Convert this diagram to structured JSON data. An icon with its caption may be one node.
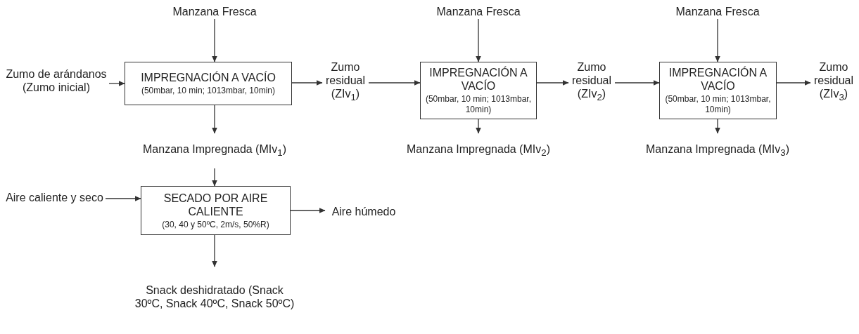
{
  "diagram": {
    "nodes": [
      {
        "text": [
          "Manzana Fresca"
        ]
      },
      {
        "text": [
          "Zumo de arándanos (Zumo inicial)"
        ]
      },
      {
        "text": [
          "IMPREGNACIÓN A VACÍO",
          "(50mbar, 10 min; 1013mbar, 10min)"
        ]
      },
      {
        "text": [
          "Zumo residual (ZIv$_{1}$)"
        ]
      },
      {
        "text": [
          "Manzana Impregnada (MIv$_{1}$)"
        ]
      },
      {
        "text": [
          "Manzana Fresca"
        ]
      },
      {
        "text": [
          "IMPREGNACIÓN A VACÍO",
          "(50mbar, 10 min; 1013mbar, 10min)"
        ]
      },
      {
        "text": [
          "Zumo residual (ZIv$_{2}$)"
        ]
      },
      {
        "text": [
          "Manzana Impregnada (MIv$_{2}$)"
        ]
      },
      {
        "text": [
          "Manzana Fresca"
        ]
      },
      {
        "text": [
          "IMPREGNACIÓN A VACÍO",
          "(50mbar, 10 min; 1013mbar, 10min)"
        ]
      },
      {
        "text": [
          "Zumo residual (ZIv$_{3}$)"
        ]
      },
      {
        "text": [
          "Manzana Impregnada (MIv$_{3}$)"
        ]
      },
      {
        "text": [
          "Aire caliente y seco"
        ]
      },
      {
        "text": [
          "SECADO POR AIRE CALIENTE",
          "(30, 40 y 50ºC, 2m/s, 50%R)"
        ]
      },
      {
        "text": [
          "Aire húmedo"
        ]
      },
      {
        "text": [
          "Snack deshidratado (Snack 30ºC, Snack 40ºC, Snack 50ºC)"
        ]
      }
    ],
    "edges": [
      {
        "from": 0,
        "to": 2,
        "arrow": "to"
      },
      {
        "from": 1,
        "to": 2,
        "arrow": "to"
      },
      {
        "from": 2,
        "to": 3,
        "arrow": "to"
      },
      {
        "from": 2,
        "to": 4,
        "arrow": "to"
      },
      {
        "from": 5,
        "to": 6,
        "arrow": "to"
      },
      {
        "from": 3,
        "to": 6,
        "arrow": "to"
      },
      {
        "from": 6,
        "to": 7,
        "arrow": "to"
      },
      {
        "from": 6,
        "to": 8,
        "arrow": "to"
      },
      {
        "from": 9,
        "to": 10,
        "arrow": "to"
      },
      {
        "from": 7,
        "to": 10,
        "arrow": "to"
      },
      {
        "from": 10,
        "to": 11,
        "arrow": "to"
      },
      {
        "from": 10,
        "to": 12,
        "arrow": "to"
      },
      {
        "from": 4,
        "to": 14,
        "arrow": "to"
      },
      {
        "from": 13,
        "to": 14,
        "arrow": "to"
      },
      {
        "from": 14,
        "to": 15,
        "arrow": "to"
      },
      {
        "from": 14,
        "to": 16,
        "arrow": "to"
      }
    ]
  }
}
